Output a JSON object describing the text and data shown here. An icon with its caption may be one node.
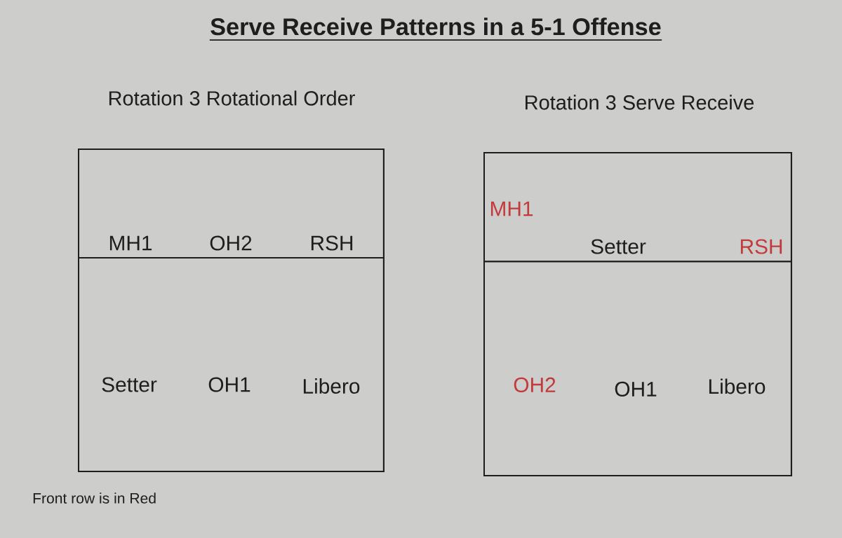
{
  "diagram": {
    "title": "Serve Receive Patterns in a 5-1 Offense",
    "nodes": [
      {
        "text": [
          "Rotation 3 Rotational Order"
        ]
      },
      {
        "text": [
          "MH1",
          "OH2",
          "RSH"
        ],
        "in": 0
      },
      {
        "text": [
          "Setter",
          "OH1",
          "Libero"
        ],
        "in": 0
      },
      {
        "text": [
          "Rotation 3 Serve Receive"
        ]
      },
      {
        "text": [
          "MH1",
          "Setter",
          "RSH"
        ],
        "in": 3
      },
      {
        "text": [
          "OH2",
          "OH1",
          "Libero"
        ],
        "in": 3
      }
    ],
    "labels": [
      "Front row is in Red"
    ]
  }
}
